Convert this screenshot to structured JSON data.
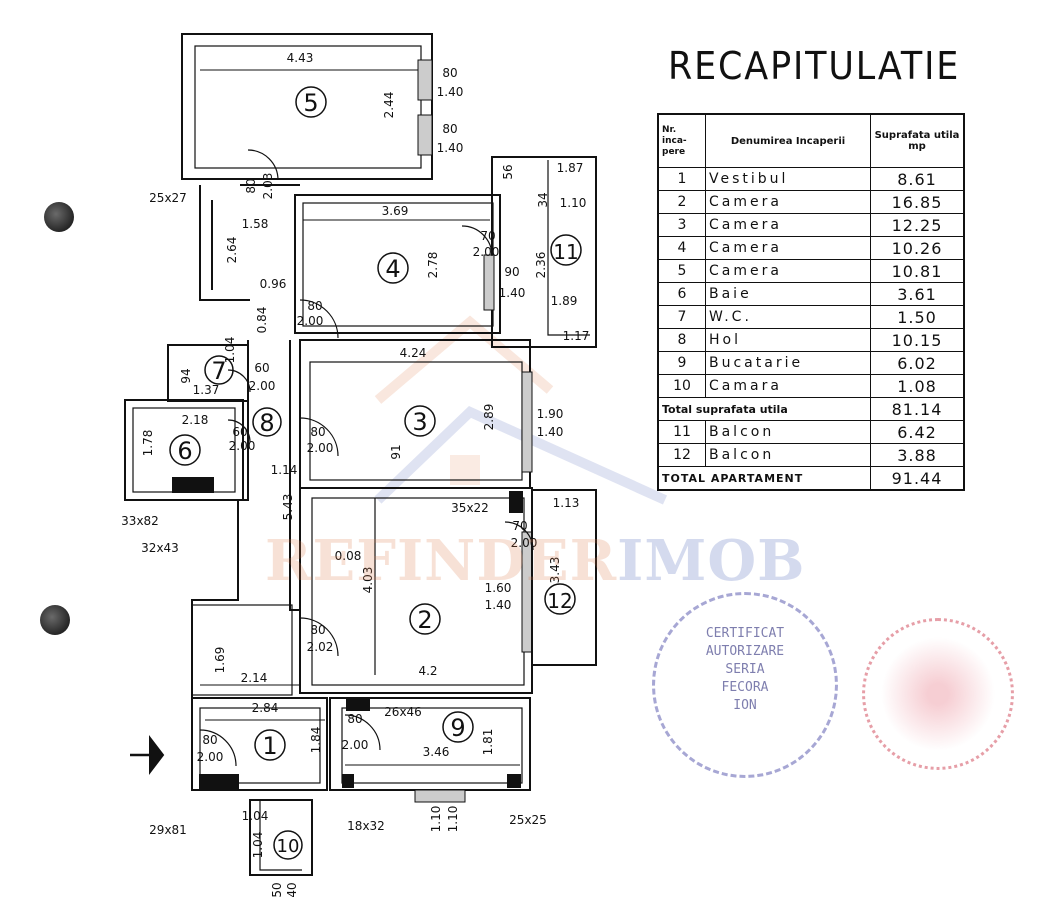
{
  "summary": {
    "title": "RECAPITULATIE",
    "headers": {
      "nr": "Nr. inca- pere",
      "name": "Denumirea Incaperii",
      "area": "Suprafata utila mp"
    },
    "rows": [
      {
        "nr": "1",
        "name": "Vestibul",
        "area": "8.61"
      },
      {
        "nr": "2",
        "name": "Camera",
        "area": "16.85"
      },
      {
        "nr": "3",
        "name": "Camera",
        "area": "12.25"
      },
      {
        "nr": "4",
        "name": "Camera",
        "area": "10.26"
      },
      {
        "nr": "5",
        "name": "Camera",
        "area": "10.81"
      },
      {
        "nr": "6",
        "name": "Baie",
        "area": "3.61"
      },
      {
        "nr": "7",
        "name": "W.C.",
        "area": "1.50"
      },
      {
        "nr": "8",
        "name": "Hol",
        "area": "10.15"
      },
      {
        "nr": "9",
        "name": "Bucatarie",
        "area": "6.02"
      },
      {
        "nr": "10",
        "name": "Camara",
        "area": "1.08"
      }
    ],
    "total_useful": {
      "label": "Total suprafata utila",
      "area": "81.14"
    },
    "balconies": [
      {
        "nr": "11",
        "name": "Balcon",
        "area": "6.42"
      },
      {
        "nr": "12",
        "name": "Balcon",
        "area": "3.88"
      }
    ],
    "grand_total": {
      "label": "TOTAL APARTAMENT",
      "area": "91.44"
    }
  },
  "plan": {
    "rooms": [
      "5",
      "4",
      "11",
      "7",
      "8",
      "6",
      "3",
      "2",
      "12",
      "1",
      "9",
      "10"
    ],
    "dims": [
      "4.43",
      "2.44",
      "80",
      "1.40",
      "80",
      "1.40",
      "80",
      "2.03",
      "25x27",
      "1.58",
      "3.69",
      "2.64",
      "2.78",
      "0.96",
      "80",
      "2.00",
      "0.84",
      "56",
      "1.87",
      "34",
      "1.10",
      "70",
      "2.00",
      "2.36",
      "90",
      "1.40",
      "1.89",
      "1.17",
      "1.04",
      "94",
      "1.37",
      "60",
      "2.00",
      "4.24",
      "2.18",
      "1.78",
      "60",
      "2.00",
      "80",
      "2.00",
      "2.89",
      "1.90",
      "1.40",
      "91",
      "1.14",
      "33x82",
      "5.43",
      "35x22",
      "1.13",
      "70",
      "2.00",
      "32x43",
      "0.08",
      "4.03",
      "1.60",
      "1.40",
      "3.43",
      "80",
      "2.02",
      "1.69",
      "2.14",
      "4.2",
      "2.84",
      "26x46",
      "80",
      "2.00",
      "1.84",
      "80",
      "2.00",
      "3.46",
      "1.81",
      "1.04",
      "29x81",
      "18x32",
      "1.10",
      "1.10",
      "25x25",
      "1.04",
      "50",
      "40"
    ]
  },
  "watermark": {
    "part1": "REFINDER",
    "part2": "IMOB"
  },
  "stamp": {
    "lines": [
      "CERTIFICAT",
      "AUTORIZARE",
      "SERIA",
      "FECORA",
      "ION"
    ]
  }
}
